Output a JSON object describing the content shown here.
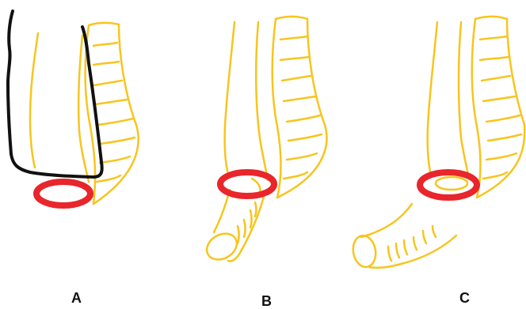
{
  "labels": {
    "a": "A",
    "b": "B",
    "c": "C"
  },
  "colors": {
    "background": "#ffffff",
    "appendix": "#f7c51e",
    "ring": "#e8262b",
    "outline": "#111111"
  }
}
